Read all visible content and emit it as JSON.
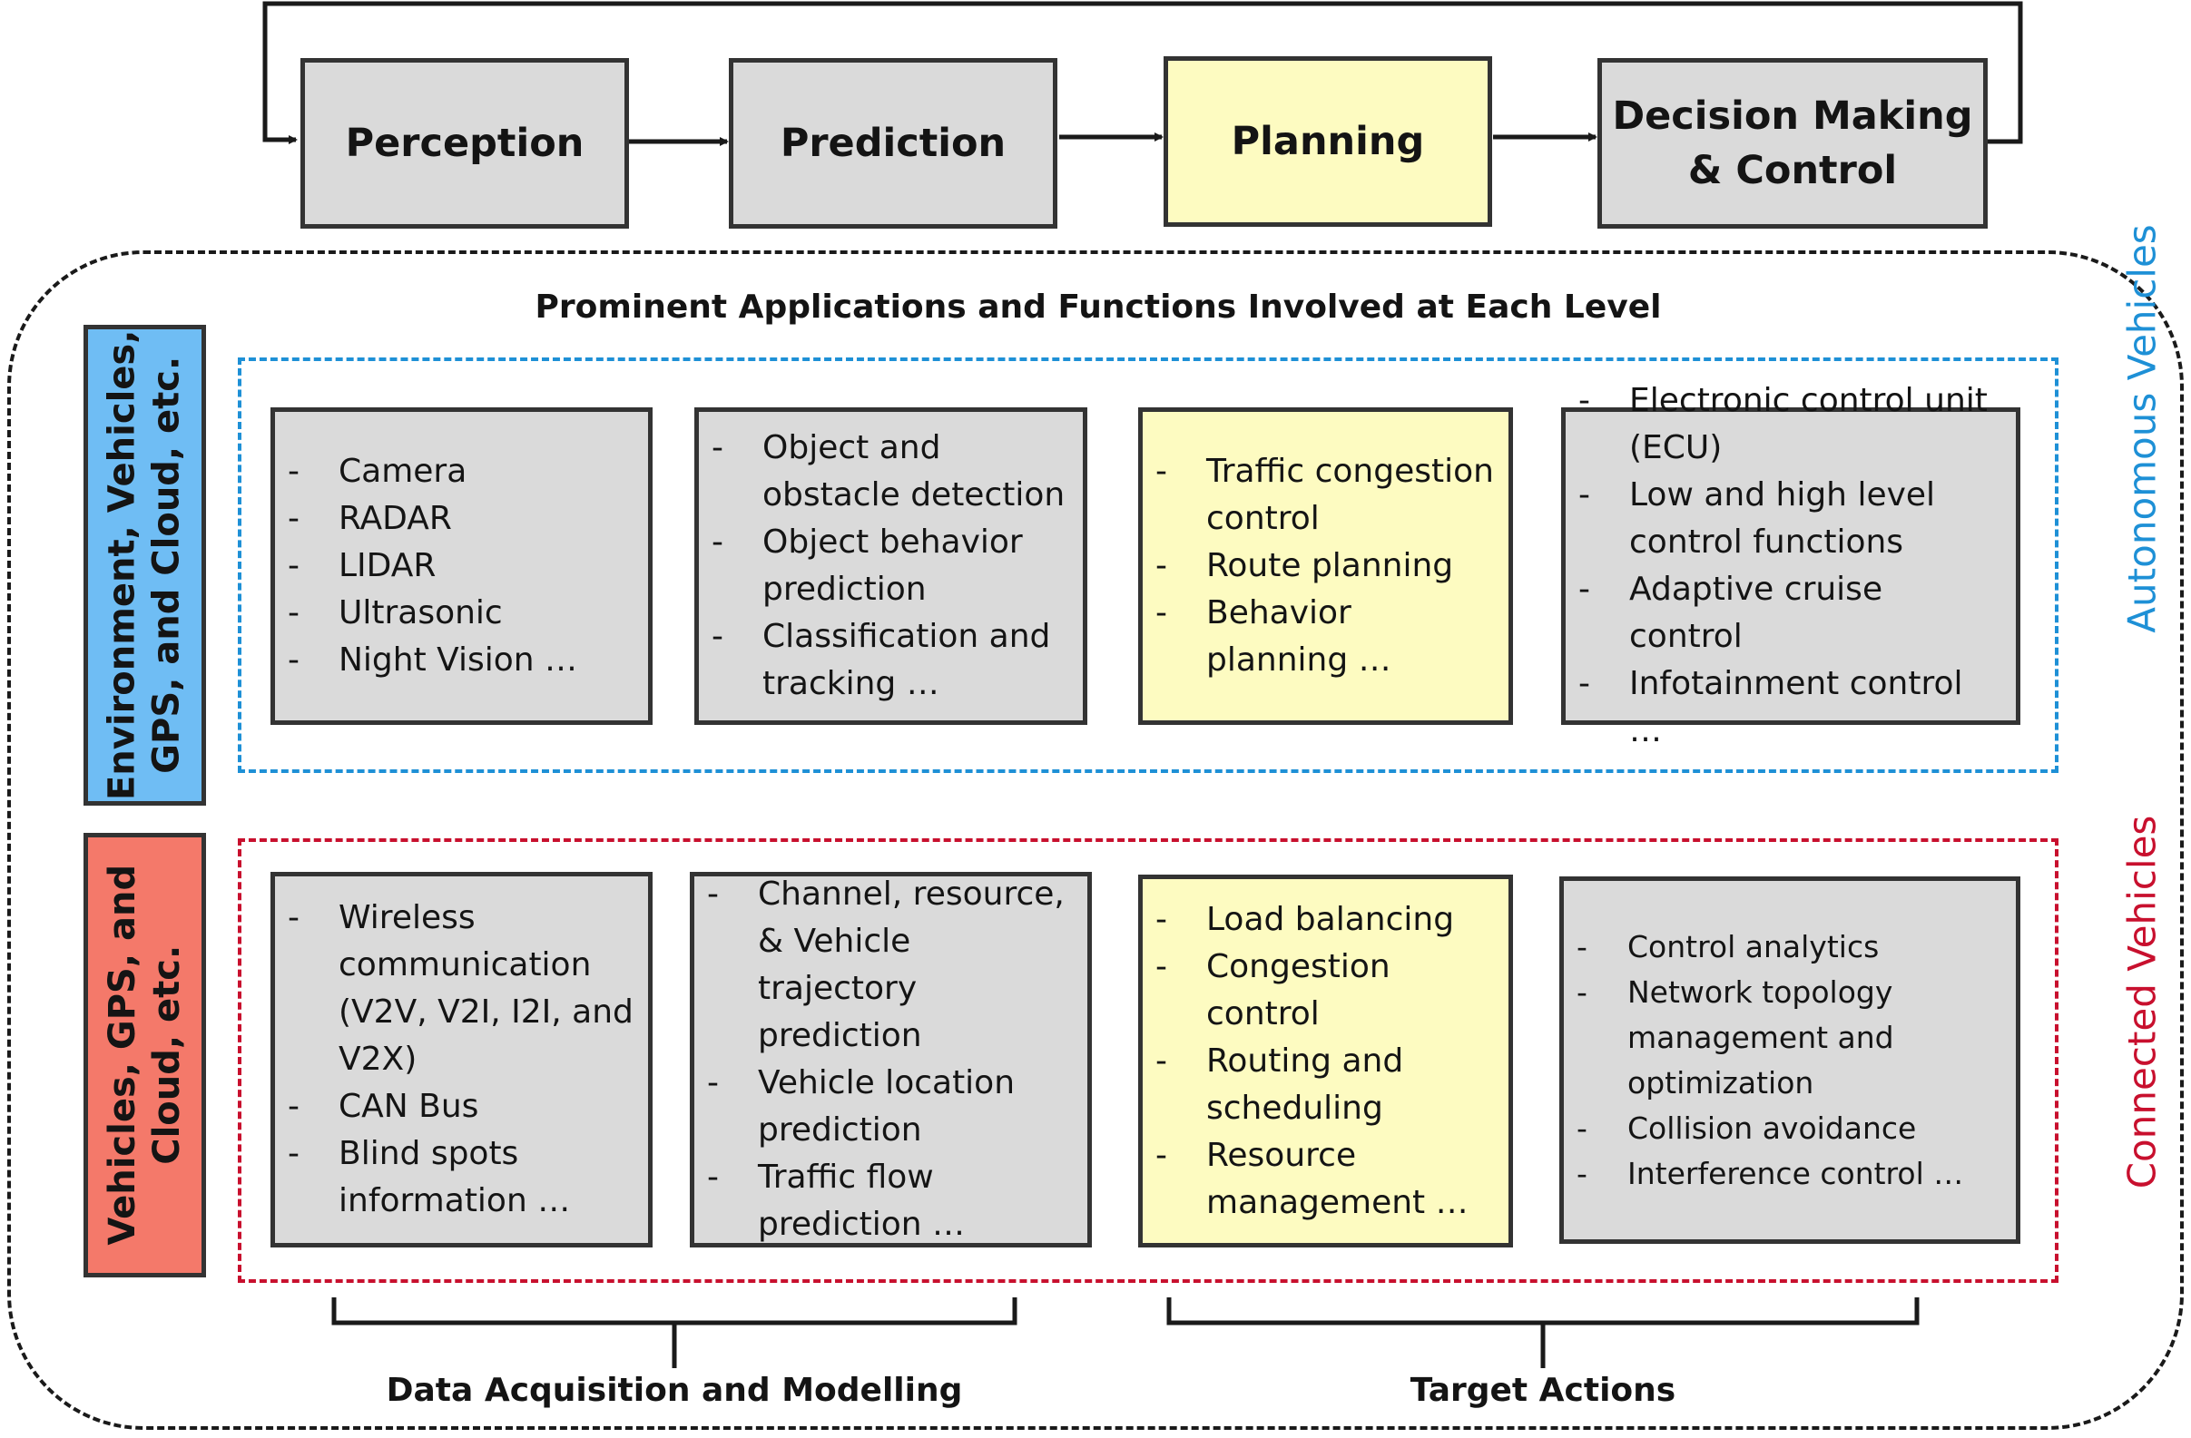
{
  "pipeline": {
    "stages": [
      {
        "label": "Perception"
      },
      {
        "label": "Prediction"
      },
      {
        "label": "Planning"
      },
      {
        "label": "Decision Making & Control"
      }
    ]
  },
  "heading": "Prominent Applications and Functions Involved at Each Level",
  "autonomous": {
    "side_label": "Environment, Vehicles,\nGPS, and Cloud, etc.",
    "group_label": "Autonomous Vehicles",
    "cards": [
      {
        "items": [
          "Camera",
          "RADAR",
          "LIDAR",
          "Ultrasonic",
          "Night Vision …"
        ]
      },
      {
        "items": [
          "Object and obstacle detection",
          "Object behavior prediction",
          "Classification and tracking …"
        ]
      },
      {
        "items": [
          "Traffic congestion control",
          "Route planning",
          "Behavior planning …"
        ]
      },
      {
        "items": [
          "Electronic control unit (ECU)",
          "Low and high level control functions",
          "Adaptive cruise control",
          "Infotainment control …"
        ]
      }
    ]
  },
  "connected": {
    "side_label": "Vehicles, GPS, and\nCloud, etc.",
    "group_label": "Connected Vehicles",
    "cards": [
      {
        "items": [
          "Wireless communication (V2V, V2I, I2I, and V2X)",
          "CAN Bus",
          "Blind spots information …"
        ]
      },
      {
        "items": [
          "Channel, resource, & Vehicle trajectory prediction",
          "Vehicle location prediction",
          "Traffic flow prediction …"
        ]
      },
      {
        "items": [
          "Load balancing",
          "Congestion control",
          "Routing and scheduling",
          "Resource management …"
        ]
      },
      {
        "items": [
          "Control analytics",
          "Network topology management and optimization",
          "Collision avoidance",
          "Interference control …"
        ]
      }
    ]
  },
  "bottom": {
    "left_label": "Data Acquisition and Modelling",
    "right_label": "Target Actions"
  },
  "colors": {
    "stage_fill": "#dadada",
    "highlight_fill": "#fdfbc1",
    "autonomous_side": "#6fbdf4",
    "connected_side": "#f4796a",
    "autonomous_accent": "#1e90d6",
    "connected_accent": "#c8102e"
  }
}
